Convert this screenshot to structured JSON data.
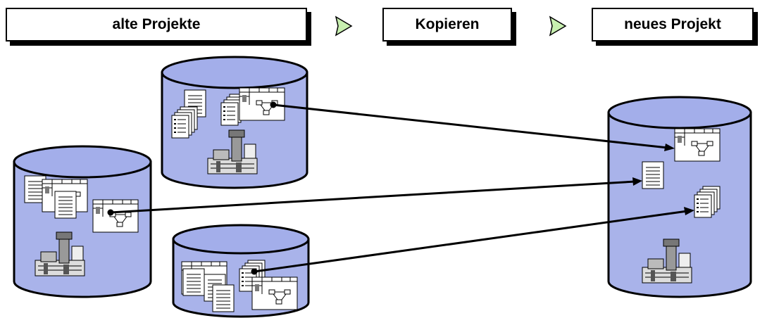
{
  "header": {
    "old_projects": "alte Projekte",
    "copy": "Kopieren",
    "new_project": "neues Projekt"
  },
  "colors": {
    "db_fill": "#a9b3ea",
    "db_top": "#a3aeea",
    "arrow_head_fill": "#c8f0b0",
    "line": "#000000"
  },
  "icons": [
    "document-icon",
    "document-stack-icon",
    "table-flow-icon",
    "machine-icon",
    "database-icon",
    "chevron-arrow-icon"
  ]
}
